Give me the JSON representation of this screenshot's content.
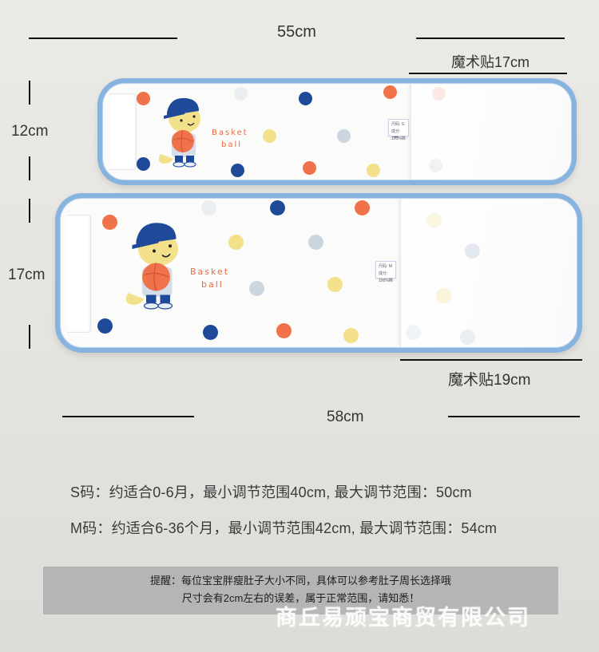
{
  "dimensions": {
    "small_length": "55cm",
    "small_velcro": "魔术贴17cm",
    "small_height": "12cm",
    "medium_height": "17cm",
    "medium_velcro": "魔术贴19cm",
    "medium_length": "58cm"
  },
  "product": {
    "print_text_line1": "Basket",
    "print_text_line2": "ball",
    "small_tag": {
      "line1": "尺码: S",
      "line2": "成分: 100%棉"
    },
    "medium_tag": {
      "line1": "尺码: M",
      "line2": "成分: 100%棉"
    },
    "colors": {
      "binding": "#87b3df",
      "orange_dot": "#f0724a",
      "navy_dot": "#1f4a9a",
      "yellow_dot": "#f3e08a",
      "grey_dot": "#ccd6e1"
    }
  },
  "sizes": [
    {
      "label": "S码：约适合0-6月，最小调节范围40cm, 最大调节范围：50cm"
    },
    {
      "label": "M码：约适合6-36个月，最小调节范围42cm, 最大调节范围：54cm"
    }
  ],
  "notice": {
    "line1": "提醒：每位宝宝胖瘦肚子大小不同，具体可以参考肚子周长选择哦",
    "line2": "尺寸会有2cm左右的误差，属于正常范围，请知悉！"
  },
  "watermark": "商丘易顽宝商贸有限公司"
}
